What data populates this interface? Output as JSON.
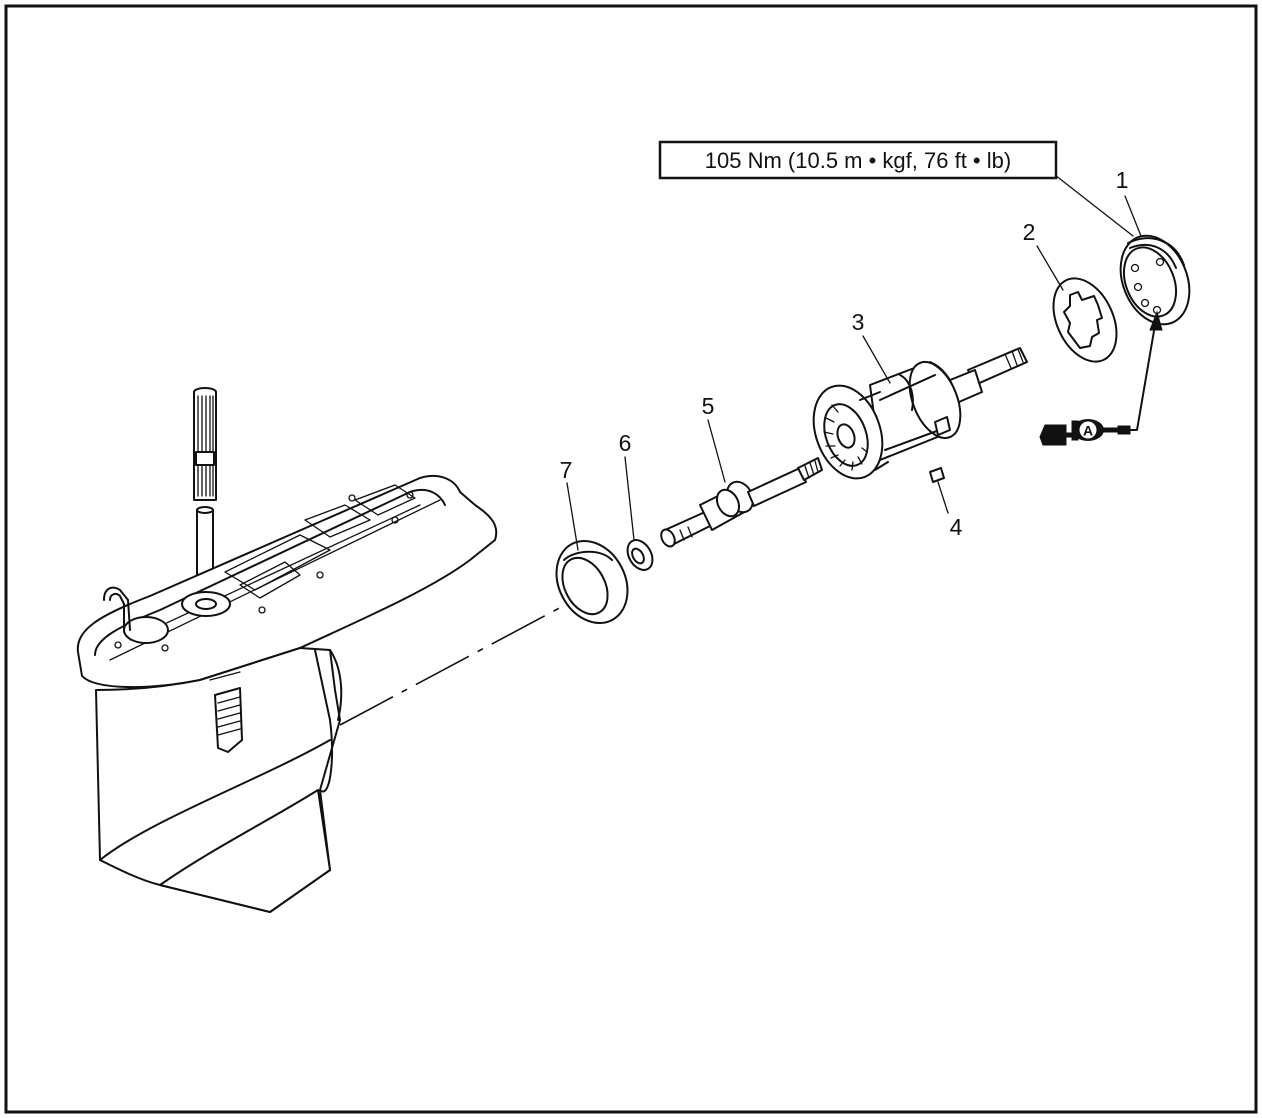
{
  "torque_spec": {
    "text": "105 Nm (10.5 m • kgf, 76 ft • lb)"
  },
  "callouts": [
    {
      "id": "1",
      "label": "1"
    },
    {
      "id": "2",
      "label": "2"
    },
    {
      "id": "3",
      "label": "3"
    },
    {
      "id": "4",
      "label": "4"
    },
    {
      "id": "5",
      "label": "5"
    },
    {
      "id": "6",
      "label": "6"
    },
    {
      "id": "7",
      "label": "7"
    }
  ],
  "grease_symbol": {
    "letter": "A"
  },
  "colors": {
    "line": "#111111",
    "background": "#ffffff"
  }
}
